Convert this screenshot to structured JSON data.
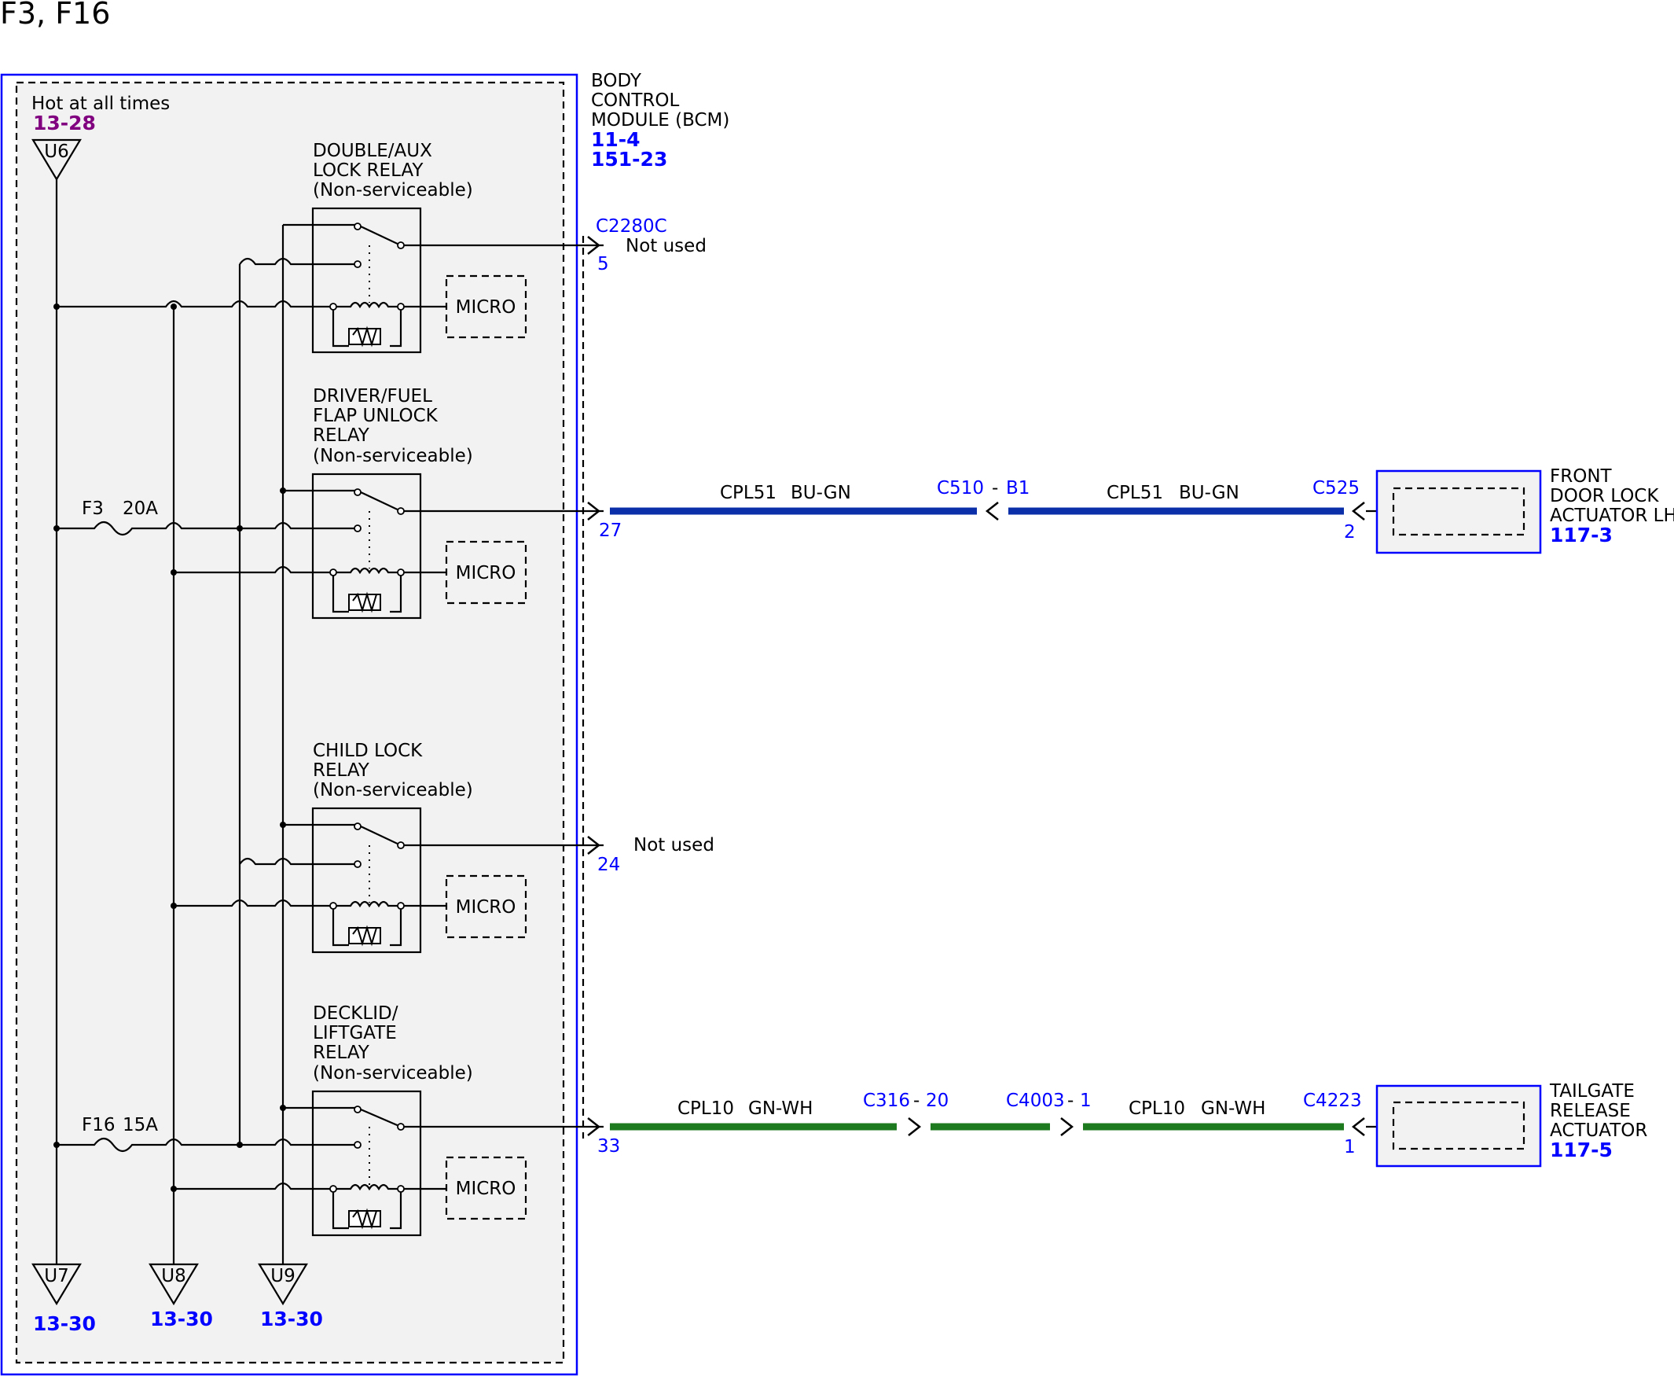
{
  "header": {
    "title": "F3, F16"
  },
  "bcm": {
    "name_lines": [
      "BODY",
      "CONTROL",
      "MODULE (BCM)"
    ],
    "refs": [
      "11-4",
      "151-23"
    ],
    "hot_label": "Hot at all times",
    "hot_ref": "13-28",
    "top_connector": "U6",
    "bottom_connectors": [
      {
        "id": "U7",
        "ref": "13-30"
      },
      {
        "id": "U8",
        "ref": "13-30"
      },
      {
        "id": "U9",
        "ref": "13-30"
      }
    ],
    "fuses": [
      {
        "name": "F3",
        "rating": "20A"
      },
      {
        "name": "F16",
        "rating": "15A"
      }
    ]
  },
  "relays": [
    {
      "lines": [
        "DOUBLE/AUX",
        "LOCK RELAY",
        "(Non-serviceable)"
      ],
      "micro": "MICRO",
      "connector": "C2280C",
      "pin": "5",
      "output": "Not used"
    },
    {
      "lines": [
        "DRIVER/FUEL",
        "FLAP UNLOCK",
        "RELAY",
        "(Non-serviceable)"
      ],
      "micro": "MICRO",
      "pin": "27"
    },
    {
      "lines": [
        "CHILD LOCK",
        "RELAY",
        "(Non-serviceable)"
      ],
      "micro": "MICRO",
      "pin": "24",
      "output": "Not used"
    },
    {
      "lines": [
        "DECKLID/",
        "LIFTGATE",
        "RELAY",
        "(Non-serviceable)"
      ],
      "micro": "MICRO",
      "pin": "33"
    }
  ],
  "circuits": [
    {
      "color": "#0b2fa8",
      "segments": [
        {
          "circuit": "CPL51",
          "wire_color": "BU-GN"
        },
        {
          "circuit": "CPL51",
          "wire_color": "BU-GN"
        }
      ],
      "inline": [
        {
          "connector": "C510",
          "sep": "-",
          "pin": "B1"
        }
      ],
      "end_connector": "C525",
      "end_pin": "2",
      "component": {
        "lines": [
          "FRONT",
          "DOOR LOCK",
          "ACTUATOR LH"
        ],
        "ref": "117-3"
      }
    },
    {
      "color": "#1e7a1e",
      "segments": [
        {
          "circuit": "CPL10",
          "wire_color": "GN-WH"
        },
        {
          "circuit": "CPL10",
          "wire_color": "GN-WH"
        }
      ],
      "inline": [
        {
          "connector": "C316",
          "sep": "-",
          "pin": "20"
        },
        {
          "connector": "C4003",
          "sep": "-",
          "pin": "1"
        }
      ],
      "end_connector": "C4223",
      "end_pin": "1",
      "component": {
        "lines": [
          "TAILGATE",
          "RELEASE",
          "ACTUATOR"
        ],
        "ref": "117-5"
      }
    }
  ]
}
